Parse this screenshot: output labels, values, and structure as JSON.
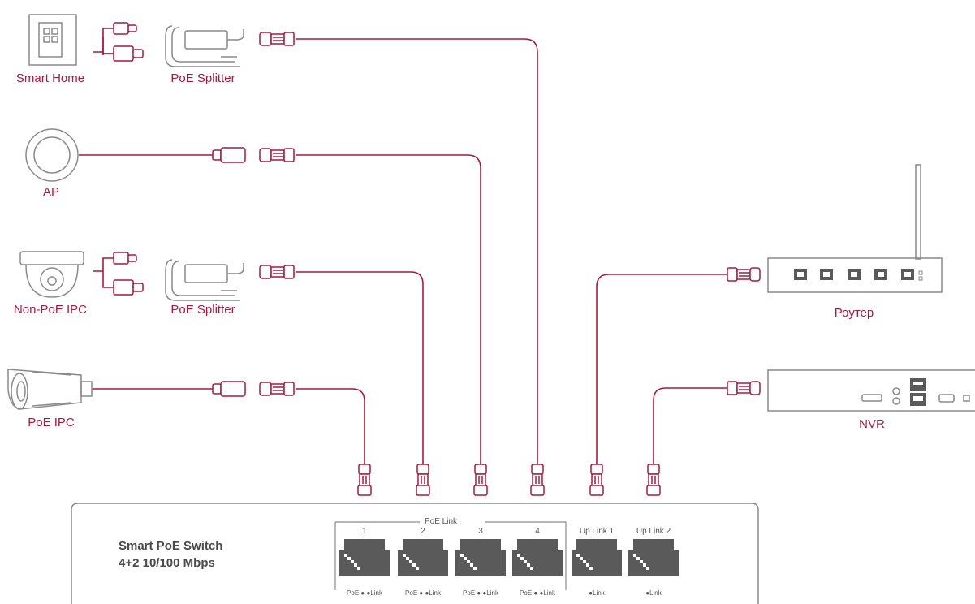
{
  "devices": {
    "smart_home": "Smart Home",
    "poe_splitter_1": "PoE Splitter",
    "ap": "AP",
    "non_poe_ipc": "Non-PoE IPC",
    "poe_splitter_2": "PoE Splitter",
    "poe_ipc": "PoE IPC",
    "router": "Роутер",
    "nvr": "NVR"
  },
  "switch": {
    "title_line1": "Smart PoE Switch",
    "title_line2": "4+2 10/100 Mbps",
    "group_label": "PoE Link",
    "ports": [
      {
        "label": "1",
        "leds": "PoE ● ●Link"
      },
      {
        "label": "2",
        "leds": "PoE ● ●Link"
      },
      {
        "label": "3",
        "leds": "PoE ● ●Link"
      },
      {
        "label": "4",
        "leds": "PoE ● ●Link"
      },
      {
        "label": "Up Link 1",
        "leds": "●Link"
      },
      {
        "label": "Up Link 2",
        "leds": "●Link"
      }
    ]
  },
  "colors": {
    "accent": "#a8193d",
    "device_stroke": "#8a8a8a",
    "port_fill": "#5a5a5a"
  }
}
